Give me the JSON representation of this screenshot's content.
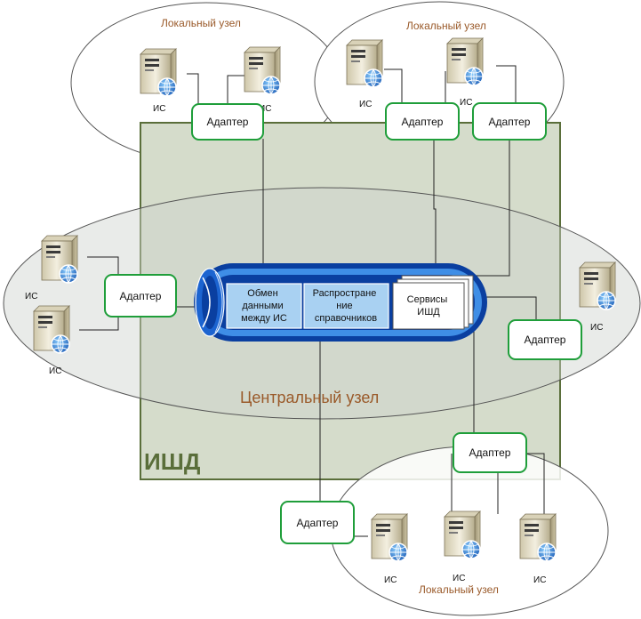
{
  "local_node_label": "Локальный узел",
  "central_node_label": "Центральный узел",
  "ishd_label": "ИШД",
  "adapter_label": "Адаптер",
  "is_label": "ИС",
  "bus": {
    "box1_lines": [
      "Обмен",
      "данными",
      "между ИС"
    ],
    "box2_lines": [
      "Распростране",
      "ние",
      "справочников"
    ],
    "box3_lines": [
      "Сервисы",
      "ИШД"
    ]
  },
  "colors": {
    "adapter_border": "#1f9e3a",
    "ishd_frame": "#5a6e3a",
    "ishd_fill": "#d5dccb",
    "node_label": "#9a5a2a",
    "bus_dark": "#0a3fa0",
    "bus_light": "#3f8ee6",
    "box_fill": "#a9d1f2"
  }
}
